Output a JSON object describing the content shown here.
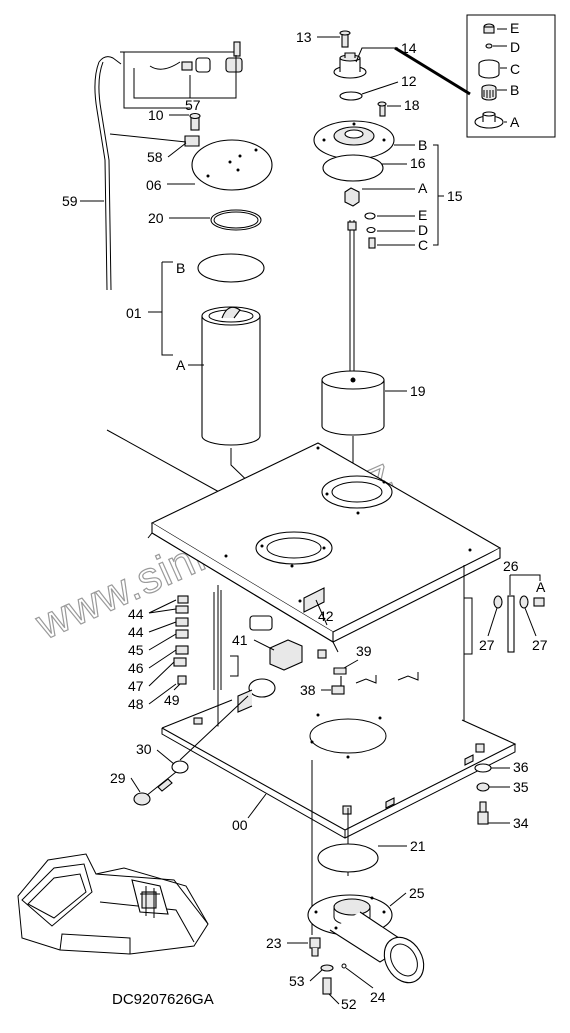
{
  "drawing_code": "DC9207626GA",
  "watermark": "www.sinhrontoo.kz",
  "labels": {
    "p13": "13",
    "p14": "14",
    "p12": "12",
    "p18": "18",
    "p16": "16",
    "p15": "15",
    "p19": "19",
    "pE": "E",
    "pD": "D",
    "pC": "C",
    "pB": "B",
    "pA": "A",
    "p57": "57",
    "p10": "10",
    "p58": "58",
    "p06": "06",
    "p59": "59",
    "p20": "20",
    "p01": "01",
    "p01B": "B",
    "p01A": "A",
    "p15B": "B",
    "p15A": "A",
    "p15E": "E",
    "p15D": "D",
    "p15C": "C",
    "p26": "26",
    "p26A": "A",
    "p27a": "27",
    "p27b": "27",
    "p44a": "44",
    "p44b": "44",
    "p45": "45",
    "p46": "46",
    "p47": "47",
    "p48": "48",
    "p49": "49",
    "p41": "41",
    "p42": "42",
    "p39": "39",
    "p38": "38",
    "p30": "30",
    "p29": "29",
    "p00": "00",
    "p36": "36",
    "p35": "35",
    "p34": "34",
    "p21": "21",
    "p25": "25",
    "p23": "23",
    "p53": "53",
    "p52": "52",
    "p24": "24"
  }
}
